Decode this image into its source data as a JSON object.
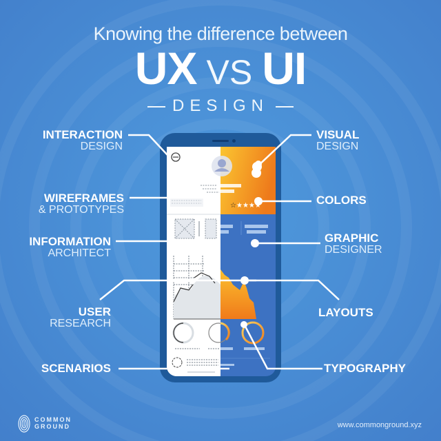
{
  "header": {
    "intro": "Knowing the difference between",
    "ux": "UX",
    "vs": "VS",
    "ui": "UI",
    "subtitle": "DESIGN"
  },
  "labels_ux": [
    {
      "bold": "INTERACTION",
      "light": "DESIGN"
    },
    {
      "bold": "WIREFRAMES",
      "light": "& PROTOTYPES"
    },
    {
      "bold": "INFORMATION",
      "light": "ARCHITECT"
    },
    {
      "bold": "USER",
      "light": "RESEARCH"
    },
    {
      "bold": "SCENARIOS",
      "light": ""
    }
  ],
  "labels_ui": [
    {
      "bold": "VISUAL",
      "light": "DESIGN"
    },
    {
      "bold": "COLORS",
      "light": ""
    },
    {
      "bold": "GRAPHIC",
      "light": "DESIGNER"
    },
    {
      "bold": "LAYOUTS",
      "light": ""
    },
    {
      "bold": "TYPOGRAPHY",
      "light": ""
    }
  ],
  "footer": {
    "brand_line1": "COMMON",
    "brand_line2": "GROUND",
    "url": "www.commonground.xyz"
  },
  "colors": {
    "background": "#4a8fd6",
    "phone_frame": "#1f5a9a",
    "ui_orange_light": "#f9b233",
    "ui_orange_dark": "#ef7d1a",
    "ui_blue_panel": "#3d72c2",
    "ux_white": "#ffffff",
    "ux_wire_gray": "#9aa3ad"
  }
}
